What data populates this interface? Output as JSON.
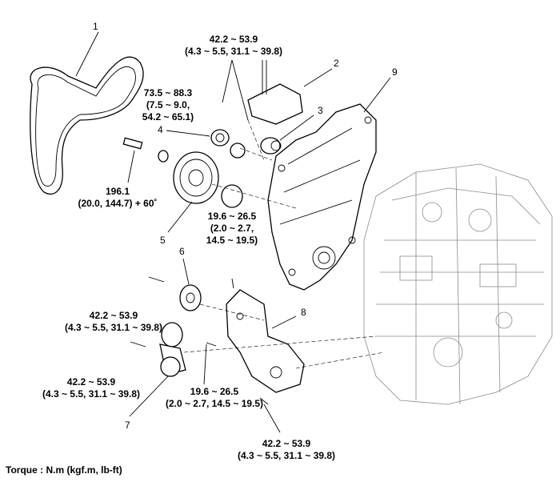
{
  "callouts": {
    "c1": "1",
    "c2": "2",
    "c3": "3",
    "c4": "4",
    "c5": "5",
    "c6": "6",
    "c7": "7",
    "c8": "8",
    "c9": "9"
  },
  "torque_specs": {
    "top_bolts": [
      "42.2 ~ 53.9",
      "(4.3 ~ 5.5, 31.1 ~ 39.8)"
    ],
    "idler_bolt": [
      "73.5 ~ 88.3",
      "(7.5 ~ 9.0,",
      "54.2 ~ 65.1)"
    ],
    "crank_bolt": [
      "196.1",
      "(20.0, 144.7) + 60˚"
    ],
    "bracket_upper": [
      "19.6 ~ 26.5",
      "(2.0 ~ 2.7,",
      "14.5 ~ 19.5)"
    ],
    "idler6_bolt": [
      "42.2 ~ 53.9",
      "(4.3 ~ 5.5, 31.1 ~ 39.8)"
    ],
    "tensioner_bolt": [
      "42.2 ~ 53.9",
      "(4.3 ~ 5.5, 31.1 ~ 39.8)"
    ],
    "bracket_lower": [
      "19.6 ~ 26.5",
      "(2.0 ~ 2.7, 14.5 ~ 19.5)"
    ],
    "bracket_bottom": [
      "42.2 ~ 53.9",
      "(4.3 ~ 5.5, 31.1 ~ 39.8)"
    ]
  },
  "footer": "Torque : N.m (kgf.m, lb-ft)"
}
